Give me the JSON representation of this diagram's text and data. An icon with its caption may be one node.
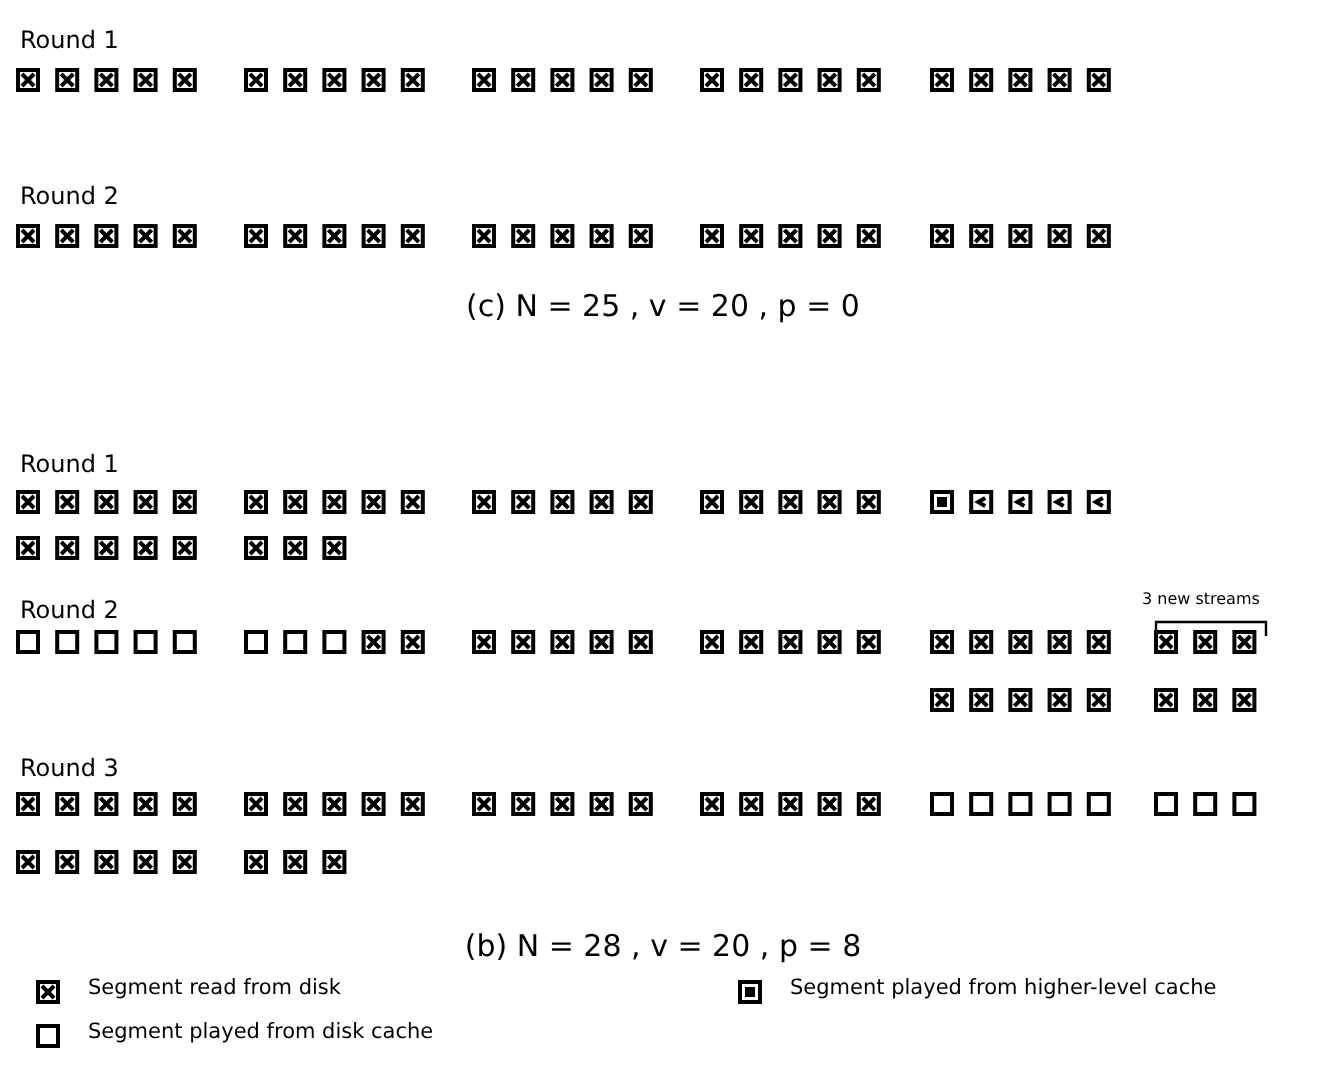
{
  "diagram": {
    "labels": [
      "Round 1",
      "Round 2",
      "(c) N = 25 , v = 20 , p = 0",
      "Round 1",
      "Round 2",
      "3 new streams",
      "Round 3",
      "(b) N = 28 , v = 20 , p = 8"
    ],
    "legend": [
      {
        "text": "Segment read from disk"
      },
      {
        "text": "Segment played from higher-level cache"
      },
      {
        "text": "Segment played from disk cache"
      }
    ]
  }
}
